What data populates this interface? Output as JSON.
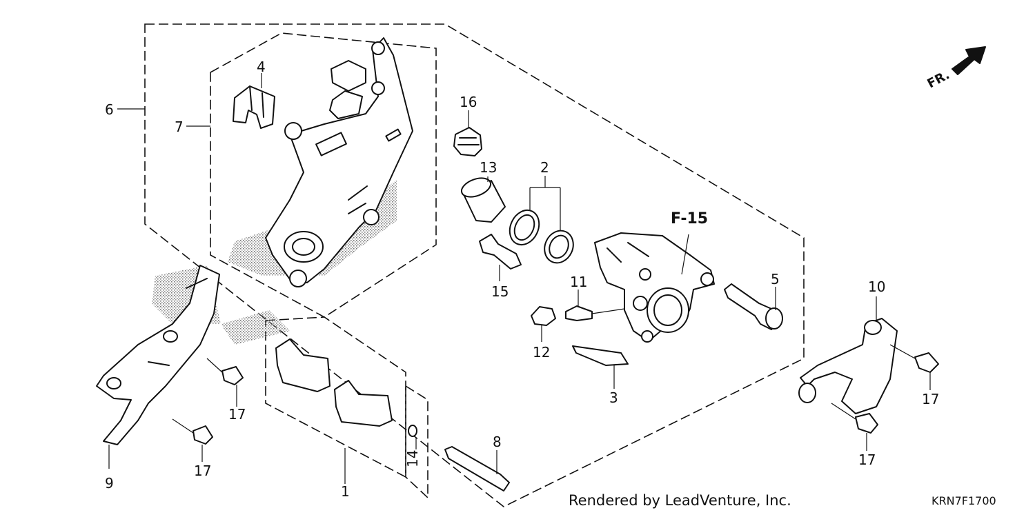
{
  "diagram": {
    "callouts": {
      "n1": "1",
      "n2": "2",
      "n3": "3",
      "n4": "4",
      "n5": "5",
      "n6": "6",
      "n7": "7",
      "n8": "8",
      "n9": "9",
      "n10": "10",
      "n11": "11",
      "n12": "12",
      "n13": "13",
      "n14": "14",
      "n15": "15",
      "n16": "16",
      "n17a": "17",
      "n17b": "17",
      "n17c": "17",
      "n17d": "17"
    },
    "reference": "F-15",
    "front_indicator": "FR.",
    "credit": "Rendered by LeadVenture, Inc.",
    "diagram_code": "KRN7F1700"
  }
}
